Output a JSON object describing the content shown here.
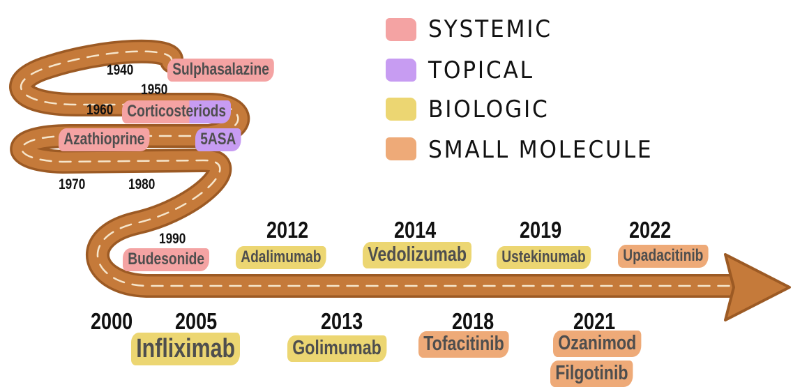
{
  "colors": {
    "systemic": "#f4a3a3",
    "topical": "#c79cf2",
    "biologic": "#ecd672",
    "small_molecule": "#eeaa78",
    "road": "#c57a3a",
    "road_dark": "#9c5a24",
    "dash": "#f6e6cc"
  },
  "legend": [
    {
      "label": "SYSTEMIC",
      "category": "systemic"
    },
    {
      "label": "TOPICAL",
      "category": "topical"
    },
    {
      "label": "BIOLOGIC",
      "category": "biologic"
    },
    {
      "label": "SMALL MOLECULE",
      "category": "small_molecule"
    }
  ],
  "timeline": {
    "years": [
      "1940",
      "1950",
      "1960",
      "1970",
      "1980",
      "1990",
      "2000",
      "2005",
      "2012",
      "2013",
      "2014",
      "2018",
      "2019",
      "2021",
      "2022"
    ],
    "drugs": [
      {
        "name": "Sulphasalazine",
        "category": "systemic"
      },
      {
        "name": "Corticosteriods",
        "category": "systemic"
      },
      {
        "name": "Azathioprine",
        "category": "systemic"
      },
      {
        "name": "5ASA",
        "category": "topical"
      },
      {
        "name": "Budesonide",
        "category": "systemic"
      },
      {
        "name": "Infliximab",
        "category": "biologic"
      },
      {
        "name": "Adalimumab",
        "category": "biologic"
      },
      {
        "name": "Golimumab",
        "category": "biologic"
      },
      {
        "name": "Vedolizumab",
        "category": "biologic"
      },
      {
        "name": "Tofacitinib",
        "category": "small_molecule"
      },
      {
        "name": "Ustekinumab",
        "category": "biologic"
      },
      {
        "name": "Ozanimod",
        "category": "small_molecule"
      },
      {
        "name": "Filgotinib",
        "category": "small_molecule"
      },
      {
        "name": "Upadacitinib",
        "category": "small_molecule"
      }
    ]
  }
}
